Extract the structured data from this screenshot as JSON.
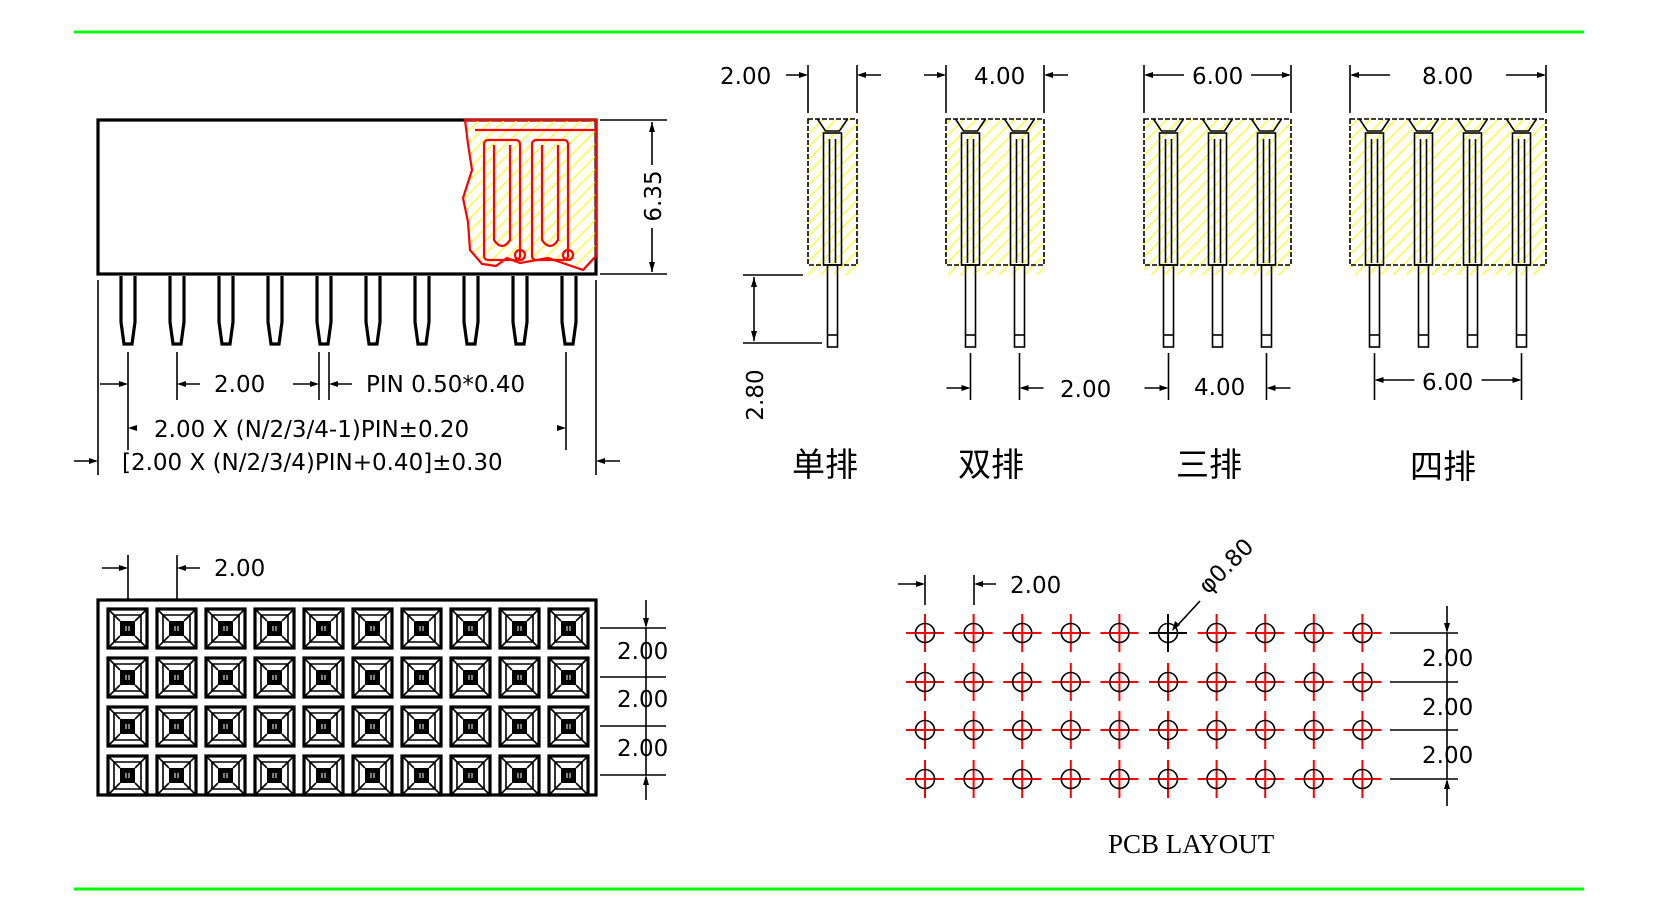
{
  "colors": {
    "border_line": "#00ff00",
    "outline": "#000000",
    "cutaway": "#ff0000",
    "hatch": "#ffff00",
    "center_line": "#ff0000"
  },
  "front_view": {
    "pin_count": 10,
    "height_dim": "6.35",
    "pitch_dim": "2.00",
    "pin_size_label": "PIN 0.50*0.40",
    "span_dim": "2.00 X (N/2/3/4-1)PIN±0.20",
    "overall_dim": "[2.00 X (N/2/3/4)PIN+0.40]±0.30"
  },
  "side_views": [
    {
      "rows": 1,
      "width_dim": "2.00",
      "label": "单排",
      "tail_dim": "2.80"
    },
    {
      "rows": 2,
      "width_dim": "4.00",
      "label": "双排",
      "pin_pitch_dim": "2.00"
    },
    {
      "rows": 3,
      "width_dim": "6.00",
      "label": "三排",
      "pin_pitch_dim": "4.00"
    },
    {
      "rows": 4,
      "width_dim": "8.00",
      "label": "四排",
      "pin_pitch_dim": "6.00"
    }
  ],
  "top_view": {
    "columns": 10,
    "rows": 4,
    "col_pitch_dim": "2.00",
    "row_pitch_dims": [
      "2.00",
      "2.00",
      "2.00"
    ]
  },
  "pcb_layout": {
    "title": "PCB LAYOUT",
    "columns": 10,
    "rows": 4,
    "col_pitch_dim": "2.00",
    "hole_dim": "φ0.80",
    "row_pitch_dims": [
      "2.00",
      "2.00",
      "2.00"
    ]
  }
}
